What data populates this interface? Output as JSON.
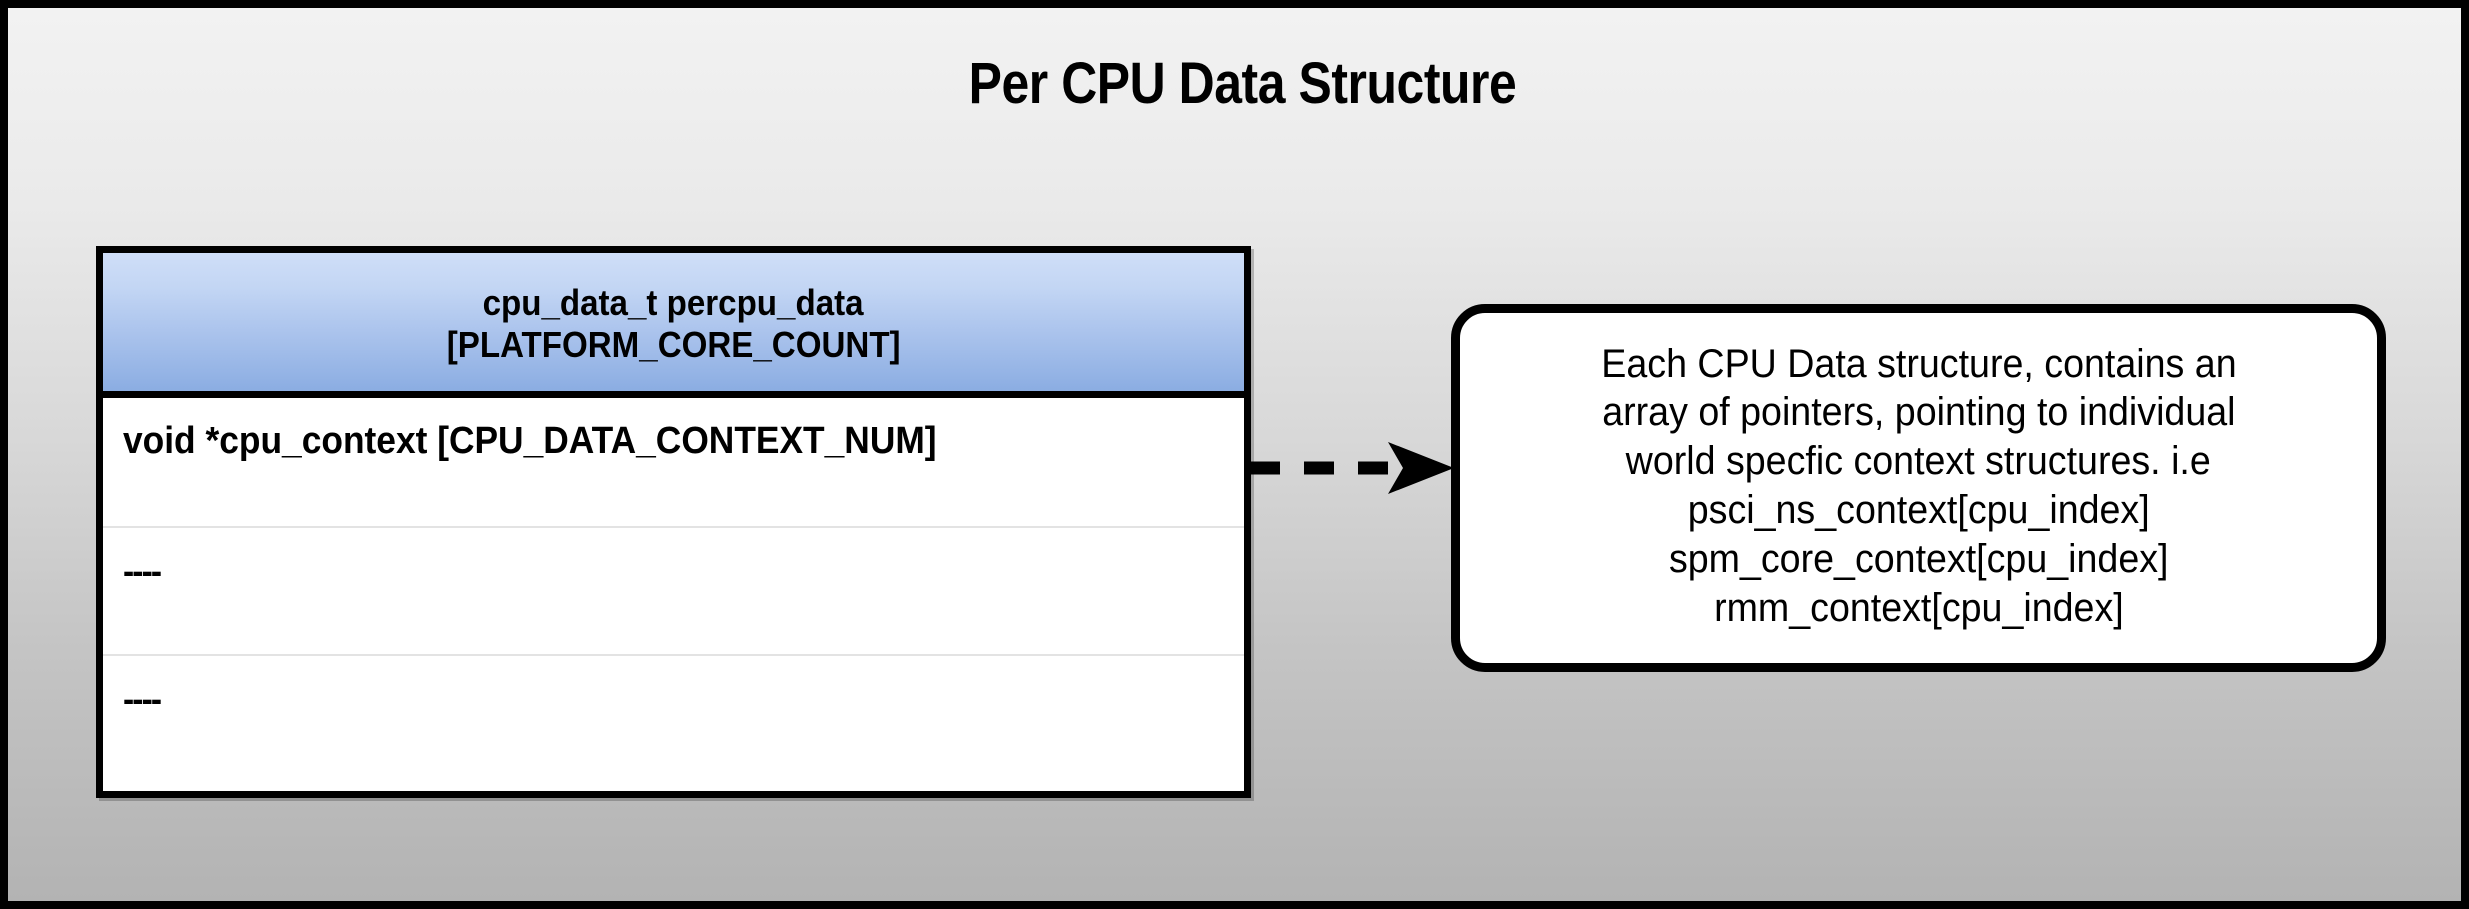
{
  "diagram": {
    "title": "Per CPU Data Structure",
    "background_top_color": "#f2f2f2",
    "background_bottom_color": "#b3b3b3",
    "border_color": "#000000"
  },
  "class_box": {
    "header": {
      "lines": [
        "cpu_data_t percpu_data",
        "[PLATFORM_CORE_COUNT]"
      ],
      "gradient_top_color": "#cfdef8",
      "gradient_bottom_color": "#8bade2"
    },
    "rows": [
      "void *cpu_context [CPU_DATA_CONTEXT_NUM]",
      "----",
      "----"
    ]
  },
  "arrow": {
    "style": "dashed",
    "head": "filled-triangle",
    "direction": "right",
    "color": "#000000"
  },
  "note_box": {
    "lines": [
      "Each CPU Data structure, contains an",
      "array of pointers, pointing to individual",
      "world specfic context structures. i.e",
      "psci_ns_context[cpu_index]",
      "spm_core_context[cpu_index]",
      "rmm_context[cpu_index]"
    ],
    "border_color": "#000000",
    "fill_color": "#ffffff"
  }
}
